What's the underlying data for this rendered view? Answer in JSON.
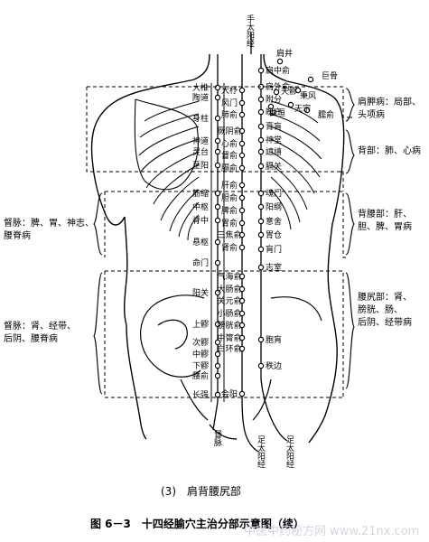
{
  "top_meridian": "手太阳经",
  "spine_labels": [
    "大椎",
    "陶道",
    "身柱",
    "神道",
    "灵台",
    "至阳",
    "筋缩",
    "中枢",
    "脊中",
    "悬枢",
    "命门",
    "阳关",
    "上髎",
    "次髎",
    "中髎",
    "下髎",
    "腰俞",
    "长强"
  ],
  "inner_labels": [
    "大杼",
    "风门",
    "肺俞",
    "厥阴俞",
    "心俞",
    "督俞",
    "膈俞",
    "肝俞",
    "胆俞",
    "脾俞",
    "胃俞",
    "三焦俞",
    "肾俞",
    "气海俞",
    "大肠俞",
    "关元俞",
    "小肠俞",
    "膀胱俞",
    "中膂俞",
    "白环俞",
    "会阳"
  ],
  "outer_labels": [
    "肩中俞",
    "肩外俞",
    "附分",
    "魄户",
    "膏肓",
    "神堂",
    "譩譆",
    "膈关",
    "魂门",
    "阳纲",
    "意舍",
    "胃仓",
    "肓门",
    "志室",
    "胞肓",
    "秩边"
  ],
  "shoulder_labels": [
    "肩井",
    "天髎",
    "巨骨",
    "秉风",
    "曲垣",
    "天宗",
    "臑俞"
  ],
  "brackets": {
    "right": [
      {
        "id": "r1",
        "text": [
          "肩胛病：局部、",
          "头项病"
        ]
      },
      {
        "id": "r2",
        "text": [
          "背部：肺、心病"
        ]
      },
      {
        "id": "r3",
        "text": [
          "背腰部：肝、",
          "胆、脾、胃病"
        ]
      },
      {
        "id": "r4",
        "text": [
          "腰尻部：肾、",
          "膀胱、肠、",
          "后阴、经带病"
        ]
      }
    ],
    "left": [
      {
        "id": "l1",
        "text": [
          "督脉：脾、胃、神志、",
          "腰脊病"
        ]
      },
      {
        "id": "l2",
        "text": [
          "督脉：肾、经带、",
          "后阴、腰脊病"
        ]
      }
    ]
  },
  "bottom_meridians": [
    "督脉",
    "足太阳经",
    "足太阳经"
  ],
  "caption": "(3)　肩背腰尻部",
  "figure_title": "图 6－3　十四经腧穴主治分部示意图（续）",
  "watermark": "中医中药秘方网 www.21nx.com"
}
